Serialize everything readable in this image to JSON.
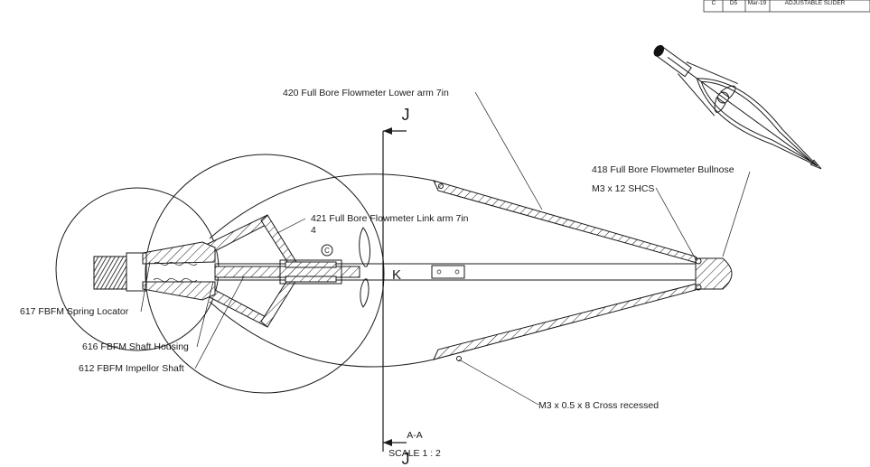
{
  "title_block": {
    "rev": "C",
    "zone": "D5",
    "date": "Mar-19",
    "description": "ADJUSTABLE SLIDER"
  },
  "section": {
    "cut_top": "J",
    "cut_bottom": "J",
    "view_name": "A-A",
    "scale": "SCALE 1 : 2",
    "detail_mark": "K",
    "balloon": "C"
  },
  "callouts": {
    "lower_arm": "420 Full Bore Flowmeter Lower arm 7in",
    "link_arm": "421 Full Bore Flowmeter Link arm 7in",
    "link_arm_qty": "4",
    "bullnose": "418 Full Bore Flowmeter Bullnose",
    "shcs": "M3 x 12 SHCS",
    "spring_locator": "617 FBFM Spring Locator",
    "shaft_housing": "616 FBFM Shaft Housing",
    "impellor_shaft": "612 FBFM Impellor Shaft",
    "cross_recessed": "M3 x 0.5 x 8 Cross recessed"
  }
}
